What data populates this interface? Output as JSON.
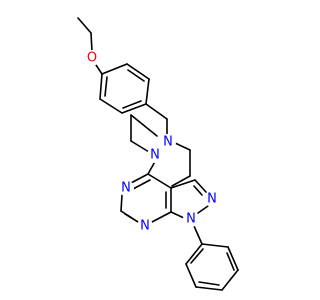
{
  "colors": {
    "background": "#ffffff",
    "bond": "#000000",
    "oxygen": "#ff0000",
    "nitrogen": "#0000ff"
  },
  "atoms": {
    "o_ethoxy": "O",
    "n_piperazine_top": "N",
    "n_piperazine_bottom": "N",
    "n_pyrimidine_3": "N",
    "n_pyrimidine_1": "N",
    "n_pyrazole_2": "N",
    "n_pyrazole_1": "N"
  }
}
